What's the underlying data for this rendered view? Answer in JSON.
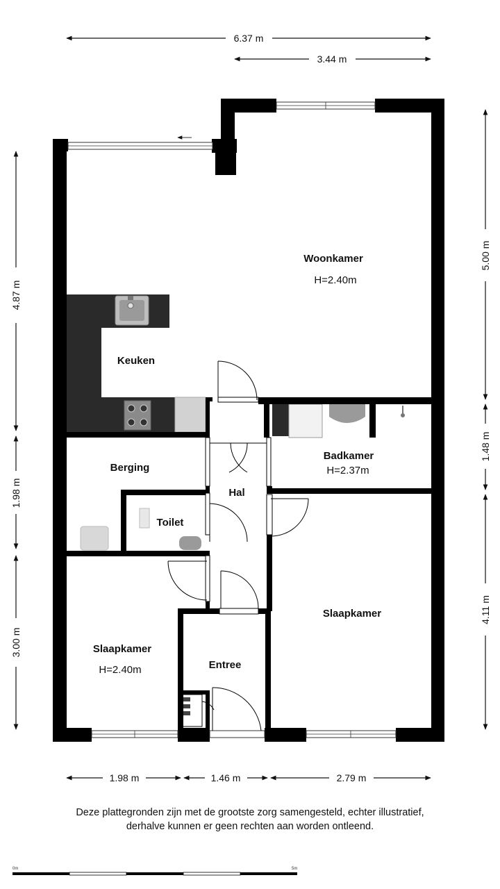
{
  "dimensions": {
    "top_total": "6.37 m",
    "top_right": "3.44 m",
    "left_top": "4.87 m",
    "left_middle": "1.98 m",
    "left_bottom": "3.00 m",
    "right_top": "5.00 m",
    "right_middle": "1.48 m",
    "right_bottom": "4.11 m",
    "bottom_left": "1.98 m",
    "bottom_middle": "1.46 m",
    "bottom_right": "2.79 m"
  },
  "rooms": {
    "woonkamer": {
      "name": "Woonkamer",
      "height": "H=2.40m"
    },
    "keuken": {
      "name": "Keuken"
    },
    "berging": {
      "name": "Berging"
    },
    "hal": {
      "name": "Hal"
    },
    "toilet": {
      "name": "Toilet"
    },
    "badkamer": {
      "name": "Badkamer",
      "height": "H=2.37m"
    },
    "slaapkamer_right": {
      "name": "Slaapkamer"
    },
    "slaapkamer_left": {
      "name": "Slaapkamer",
      "height": "H=2.40m"
    },
    "entree": {
      "name": "Entree"
    }
  },
  "disclaimer": {
    "line1": "Deze plattegronden zijn met de grootste zorg samengesteld, echter illustratief,",
    "line2": "derhalve kunnen er geen rechten aan worden ontleend."
  },
  "scale_bar": {
    "start": "0m",
    "end": "5m"
  },
  "colors": {
    "wall": "#000000",
    "counter": "#2a2a2a",
    "background": "#ffffff"
  }
}
